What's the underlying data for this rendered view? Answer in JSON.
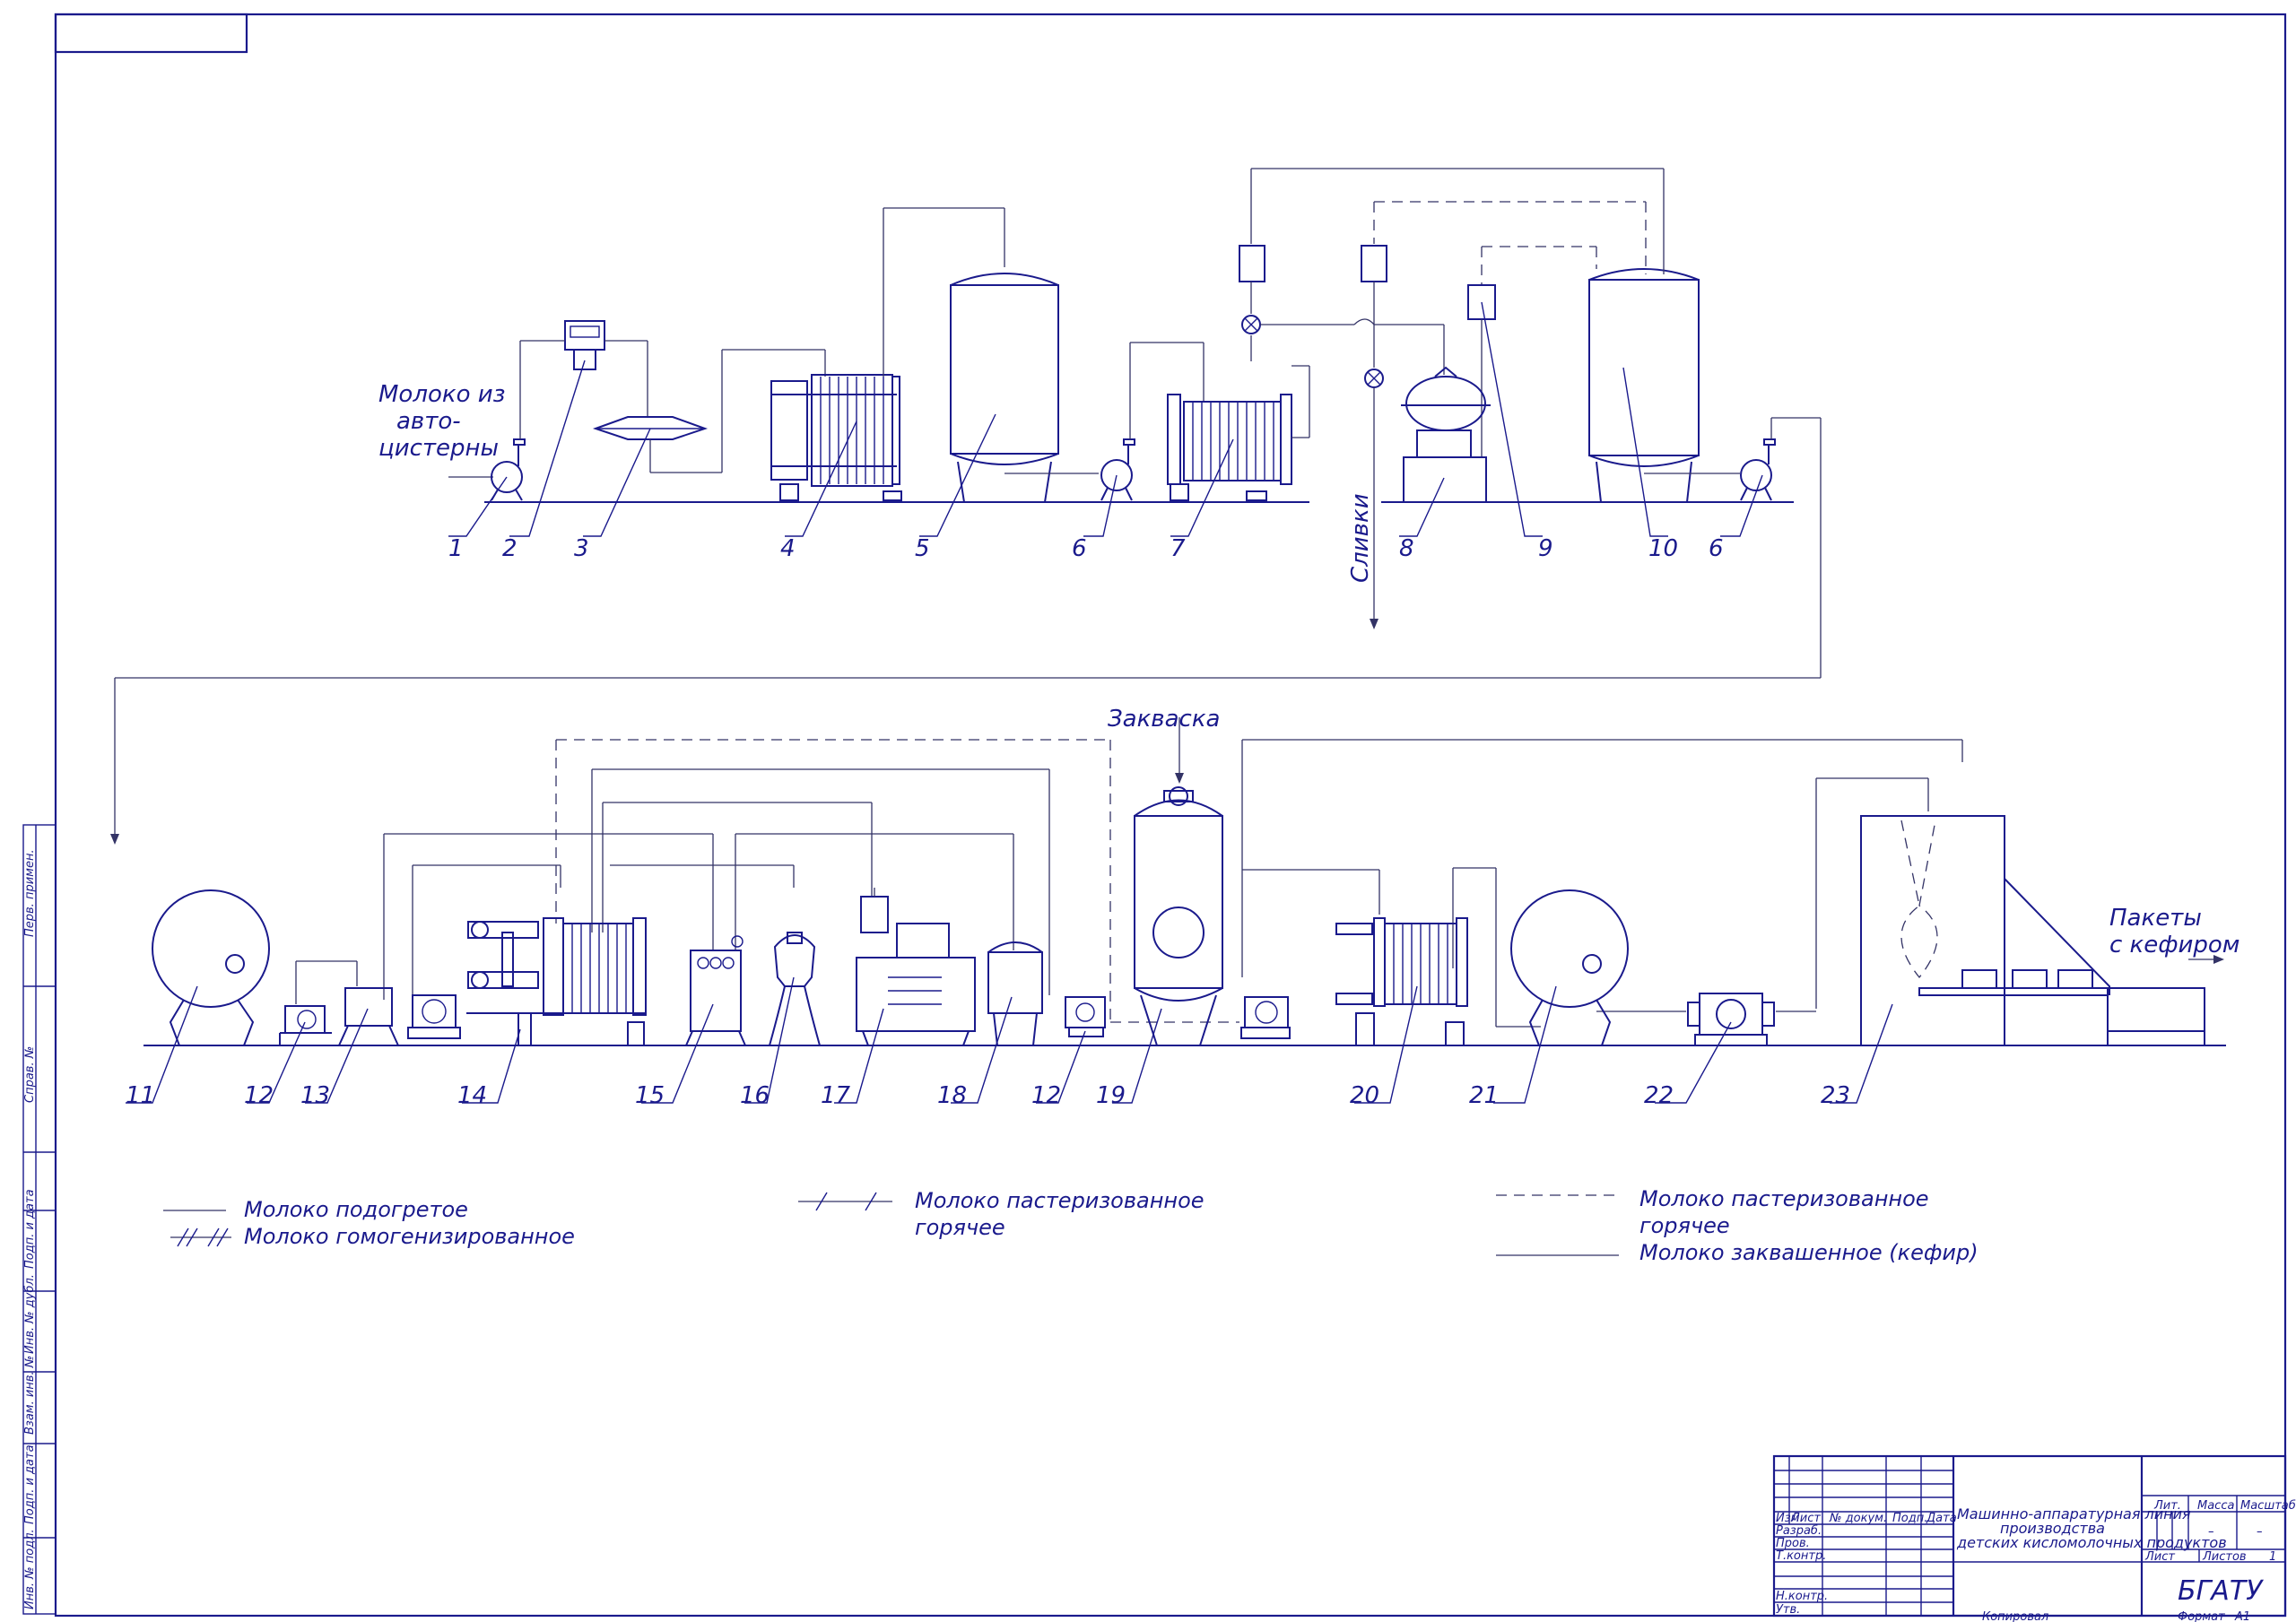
{
  "labels": {
    "milk_source": [
      "Молоко из",
      "авто-",
      "цистерны"
    ],
    "cream": "Сливки",
    "starter": "Закваска",
    "packages": [
      "Пакеты",
      "с кефиром"
    ]
  },
  "equipment_numbers": [
    "1",
    "2",
    "3",
    "4",
    "5",
    "6",
    "7",
    "8",
    "9",
    "10",
    "6",
    "11",
    "12",
    "13",
    "14",
    "15",
    "16",
    "17",
    "18",
    "12",
    "19",
    "20",
    "21",
    "22",
    "23"
  ],
  "legend": {
    "heated": "Молоко подогретое",
    "homogenized": "Молоко гомогенизированное",
    "pasteurized_hot_1": [
      "Молоко пастеризованное",
      "горячее"
    ],
    "pasteurized_hot_2": [
      "Молоко пастеризованное",
      "горячее"
    ],
    "fermented": "Молоко заквашенное (кефир)"
  },
  "title_block": {
    "title_lines": [
      "Машинно-аппаратурная линия",
      "производства",
      "детских кисломолочных продуктов"
    ],
    "col_headers": [
      "Изм",
      "Лист",
      "№ докум.",
      "Подп.",
      "Дата"
    ],
    "roles": [
      "Разраб.",
      "Пров.",
      "Т.контр.",
      "Н.контр.",
      "Утв."
    ],
    "lit": "Лит.",
    "mass": "Масса",
    "scale": "Масштаб",
    "dash1": "–",
    "dash2": "–",
    "sheet": "Лист",
    "sheets": "Листов",
    "sheets_value": "1",
    "org": "БГАТУ",
    "copied": "Копировал",
    "format": "Формат",
    "format_value": "А1"
  },
  "side_stamp": [
    "Перв. примен.",
    "Справ. №",
    "Подп. и дата",
    "Инв. № дубл.",
    "Взам. инв. №",
    "Подп. и дата",
    "Инв. № подл."
  ]
}
